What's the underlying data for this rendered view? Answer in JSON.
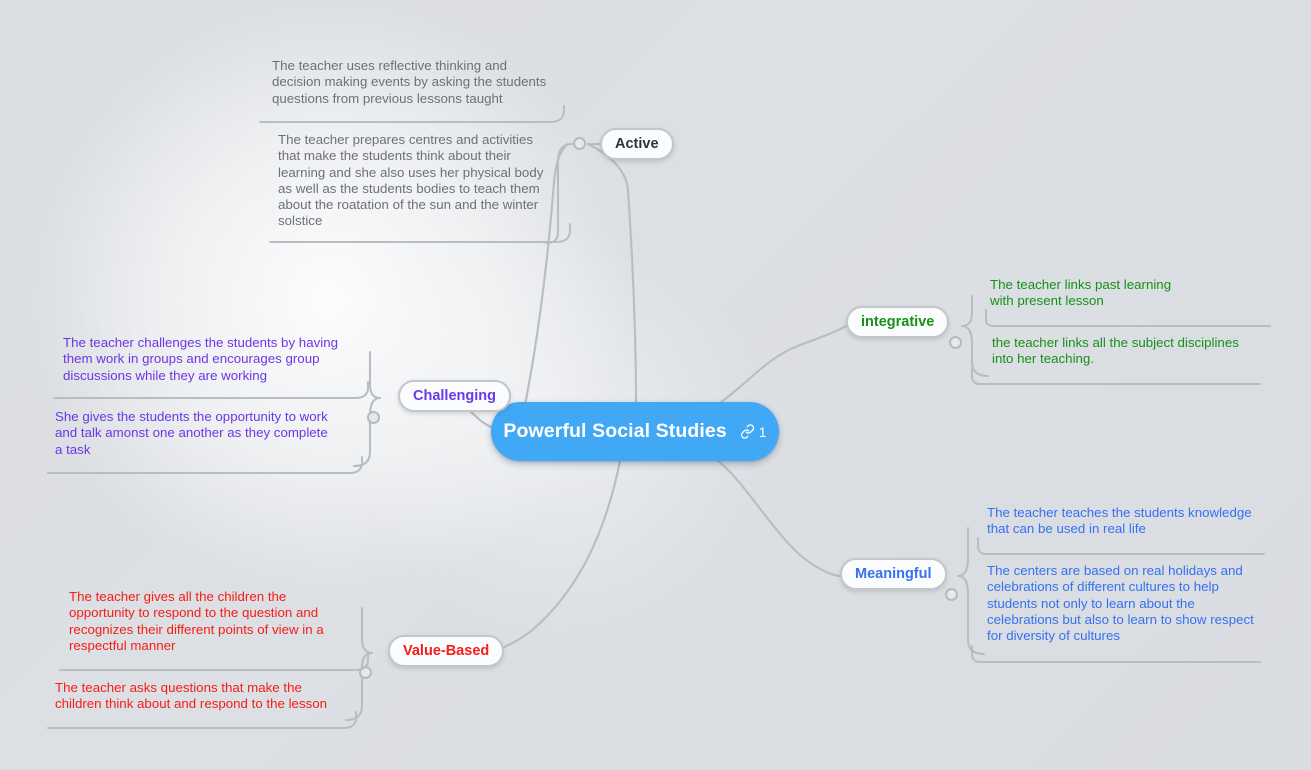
{
  "canvas": {
    "background_color": "#dcdfe3",
    "type": "mindmap"
  },
  "central_node": {
    "title": "Powerful Social Studies",
    "link_icon": "link-icon",
    "link_count": "1",
    "color": "#41a8f5",
    "text_color": "#ffffff"
  },
  "branches": [
    {
      "label": "Active",
      "color": "#2e3338",
      "children": [
        "The teacher uses reflective thinking and\ndecision making events by asking the students\nquestions from previous lessons taught",
        "The teacher prepares centres and activities\nthat make the students think about their\nlearning and she also uses her physical body\nas well as the students bodies to teach them\nabout the roatation of the sun and the winter\nsolstice"
      ]
    },
    {
      "label": "integrative",
      "color": "#169217",
      "children": [
        "The teacher links past learning\nwith present lesson",
        "the teacher links all the subject disciplines\ninto her teaching."
      ]
    },
    {
      "label": "Challenging",
      "color": "#6b37e8",
      "children": [
        "The teacher challenges the students by having\nthem work in groups and encourages group\ndiscussions while they are working",
        "She gives the students the opportunity to work\nand talk amonst one another as they complete\na task"
      ]
    },
    {
      "label": "Meaningful",
      "color": "#3571f0",
      "children": [
        "The teacher teaches the students knowledge\nthat can be used in real life",
        "The centers are based on real holidays and\ncelebrations of different cultures to help\nstudents not only to learn about the\ncelebrations but also to learn to show respect\nfor diversity of cultures"
      ]
    },
    {
      "label": "Value-Based",
      "color": "#f71d16",
      "children": [
        "The teacher gives all the children the\nopportunity to respond to the question and\nrecognizes their different points of view in a\nrespectful manner",
        "The teacher asks questions that make the\nchildren think about and respond to the lesson"
      ]
    }
  ]
}
